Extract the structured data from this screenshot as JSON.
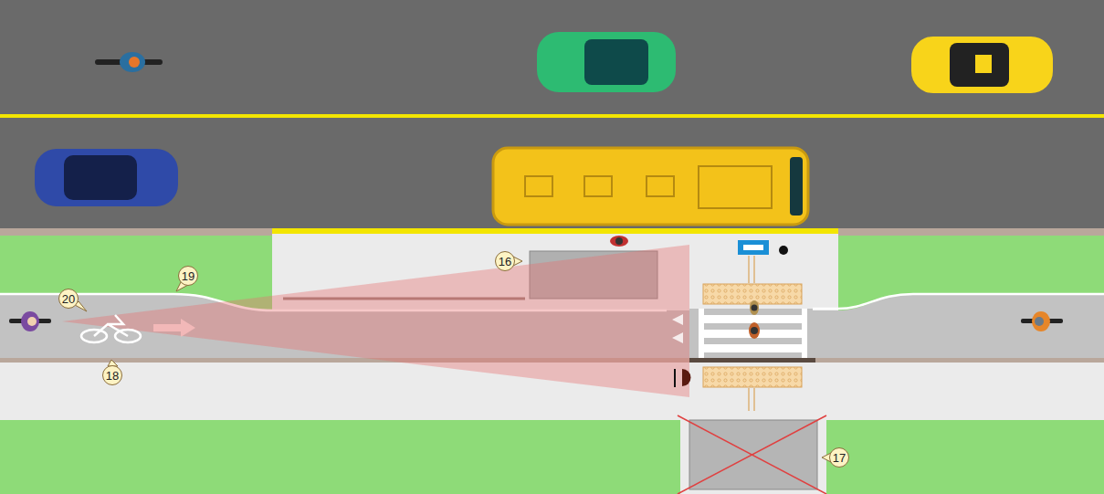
{
  "diagram": {
    "labels": [
      "16",
      "19",
      "20",
      "18",
      "17"
    ]
  }
}
